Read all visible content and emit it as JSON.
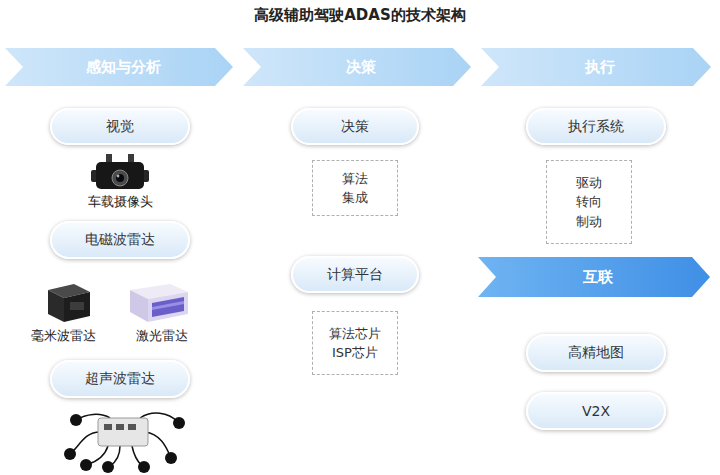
{
  "diagram": {
    "title": "高级辅助驾驶ADAS的技术架构",
    "nodes": [
      {
        "text": [
          "感知与分析"
        ]
      },
      {
        "text": [
          "决策"
        ]
      },
      {
        "text": [
          "执行"
        ]
      },
      {
        "text": [
          "视觉"
        ]
      },
      {
        "text": [
          "电磁波雷达"
        ]
      },
      {
        "text": [
          "超声波雷达"
        ]
      },
      {
        "text": [
          "决策"
        ]
      },
      {
        "text": [
          "算法 集成"
        ]
      },
      {
        "text": [
          "计算平台"
        ]
      },
      {
        "text": [
          "算法芯片 ISP芯片"
        ]
      },
      {
        "text": [
          "执行系统"
        ]
      },
      {
        "text": [
          "驱动 转向 制动"
        ]
      },
      {
        "text": [
          "互联"
        ]
      },
      {
        "text": [
          "高精地图"
        ]
      },
      {
        "text": [
          "V2X"
        ]
      }
    ],
    "labels": [
      "车载摄像头",
      "毫米波雷达",
      "激光雷达"
    ]
  }
}
